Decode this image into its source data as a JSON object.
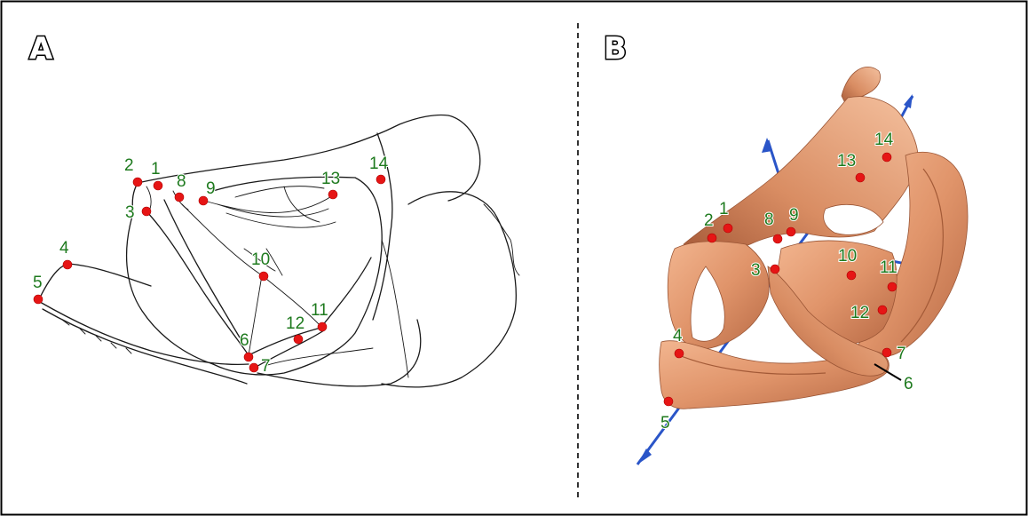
{
  "panels": [
    {
      "label": "A"
    },
    {
      "label": "B"
    }
  ],
  "landmarks_a": [
    "1",
    "2",
    "3",
    "4",
    "5",
    "6",
    "7",
    "8",
    "9",
    "10",
    "11",
    "12",
    "13",
    "14"
  ],
  "landmarks_b": [
    "1",
    "2",
    "3",
    "4",
    "5",
    "6",
    "7",
    "8",
    "9",
    "10",
    "11",
    "12",
    "13",
    "14"
  ],
  "colors": {
    "landmark": "#e61515",
    "label": "#1e7a1e",
    "bone": "#e0946a",
    "bone_shade": "#b86a45",
    "axis": "#2a55c8",
    "border": "#000000"
  }
}
